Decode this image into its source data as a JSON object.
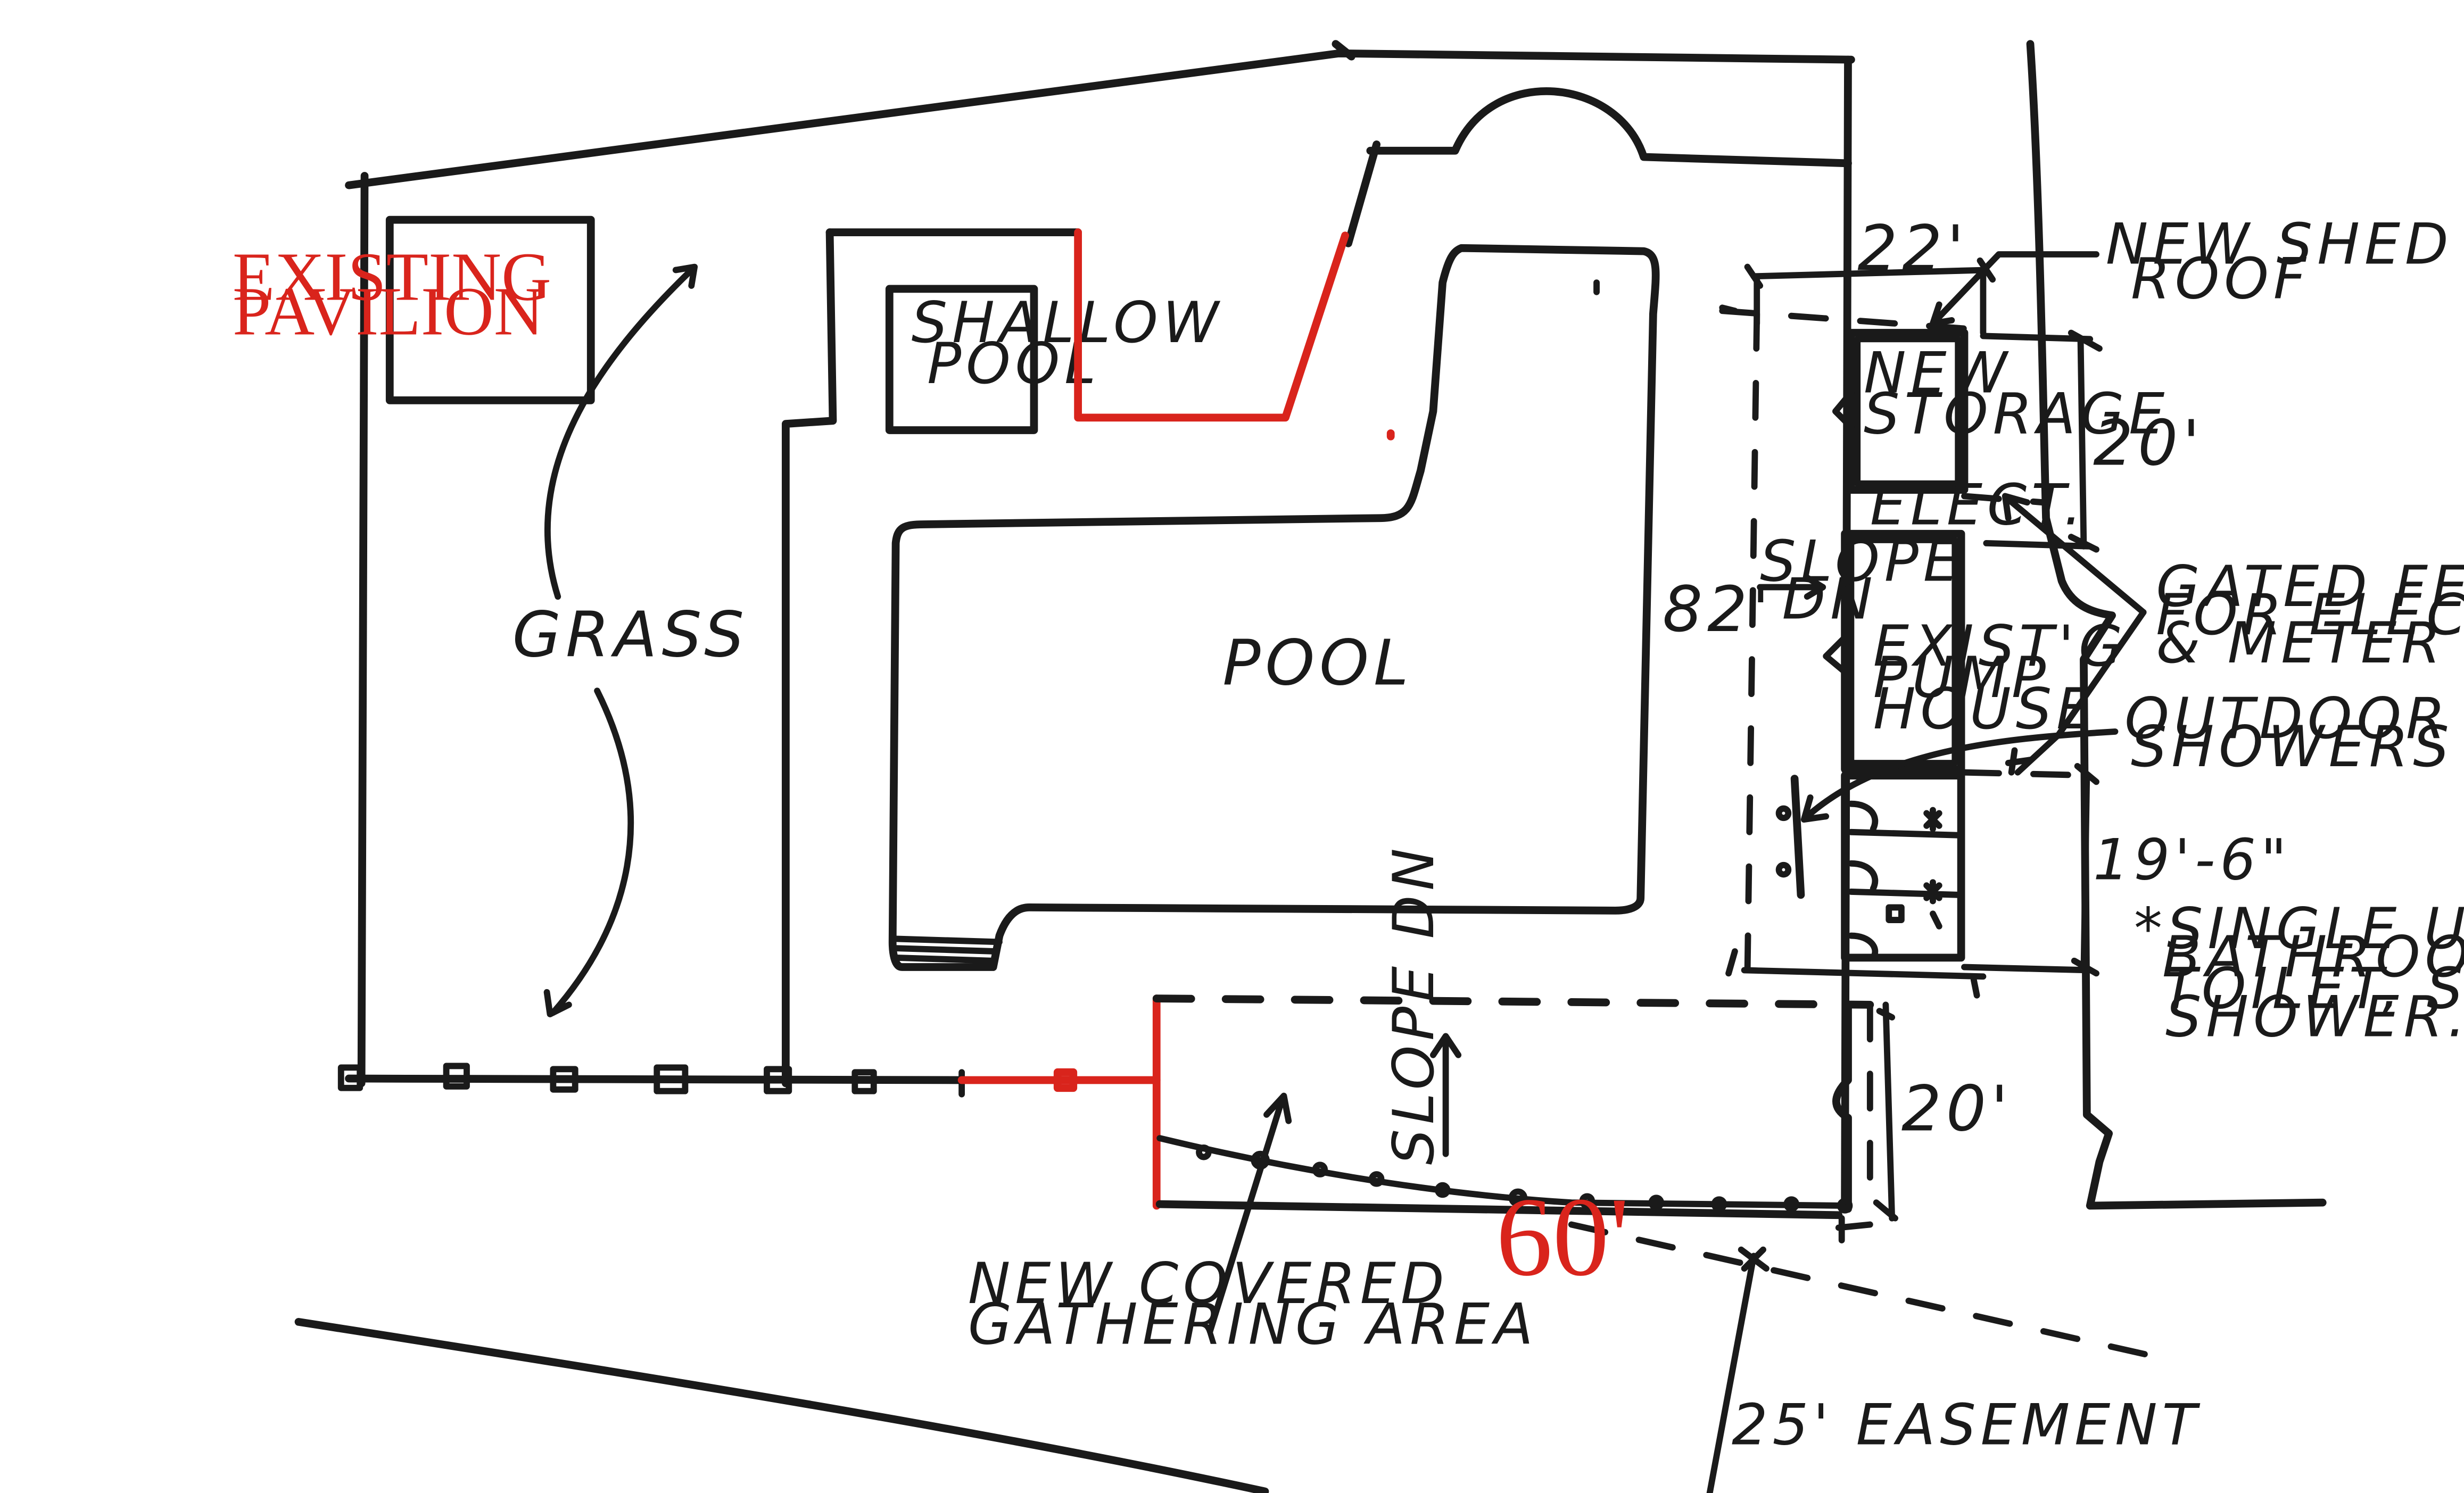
{
  "labels": {
    "existing_pavilion_line1": "EXISTING",
    "existing_pavilion_line2": "PAVILION",
    "grass": "GRASS",
    "shallow_pool_line1": "SHALLOW",
    "shallow_pool_line2": "POOL",
    "pool": "POOL",
    "new_storage_line1": "NEW",
    "new_storage_line2": "STORAGE",
    "elect": "ELECT.",
    "pump_house_line1": "EXIST'G",
    "pump_house_line2": "PUMP",
    "pump_house_line3": "HOUSE",
    "slope_dn_right_line1": "SLOPE",
    "slope_dn_right_line2": "DN",
    "slope_dn_up": "SLOPE DN",
    "new_shed_roof_line1": "NEW SHED",
    "new_shed_roof_line2": "ROOF",
    "gated_fence_line1": "GATED FENCE",
    "gated_fence_line2": "FOR ELECTRICAL",
    "gated_fence_line3": "& METER ACCESS",
    "outdoor_showers_line1": "OUTDOOR",
    "outdoor_showers_line2": "SHOWERS",
    "bathroom_note_line1": "*SINGLE USE",
    "bathroom_note_line2": "BATHROOM W/",
    "bathroom_note_line3": "TOILET, SINK &",
    "bathroom_note_line4": "SHOWER.",
    "covered_area_line1": "NEW COVERED",
    "covered_area_line2": "GATHERING AREA",
    "easement": "25' EASEMENT"
  },
  "dimensions": {
    "width_22": "22'",
    "height_20_top": "20'",
    "length_82": "82'",
    "height_19_6": "19'-6\"",
    "height_20_bottom": "20'",
    "width_60": "60'"
  },
  "colors": {
    "ink": "#1a1a1a",
    "markup_red": "#d9241c",
    "paper": "#ffffff"
  }
}
